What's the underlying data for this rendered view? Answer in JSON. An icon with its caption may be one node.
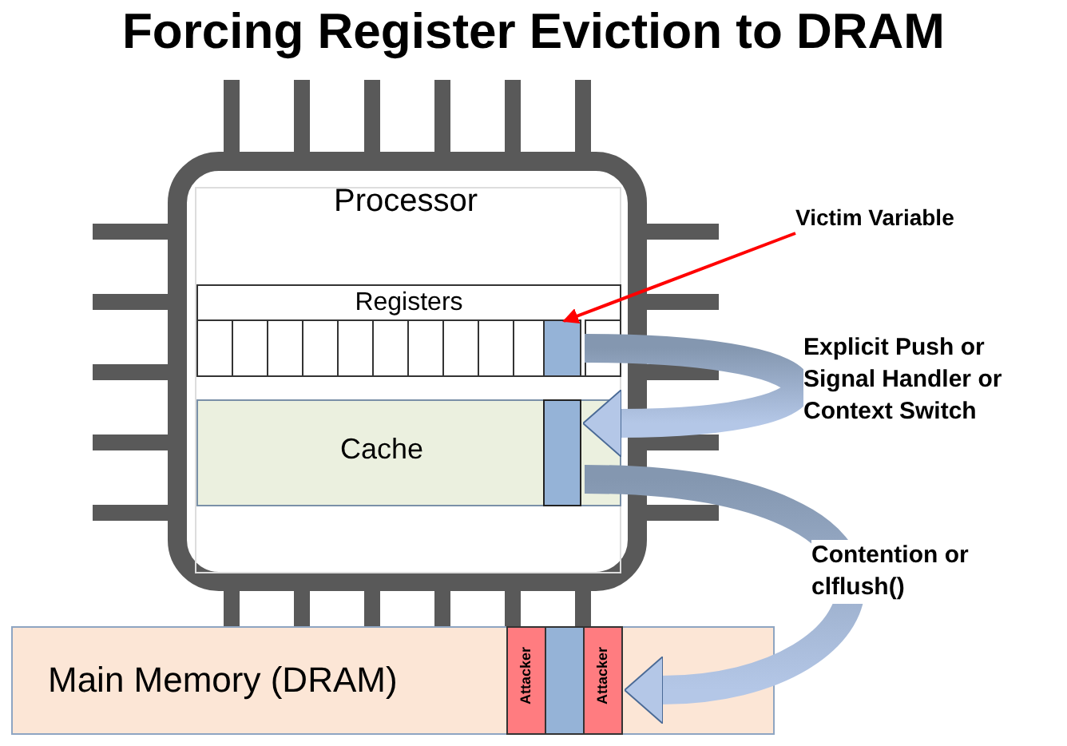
{
  "diagram": {
    "title": "Forcing Register Eviction to DRAM",
    "nodes": [
      {
        "text": [
          "Processor"
        ]
      },
      {
        "text": [
          "Registers"
        ],
        "in": 0
      },
      {
        "text": [],
        "shape": "box",
        "in": 1
      },
      {
        "text": [
          "Cache"
        ],
        "in": 0
      },
      {
        "text": [],
        "shape": "box",
        "in": 3
      },
      {
        "text": [
          "Victim Variable"
        ]
      },
      {
        "text": [
          "Main Memory (DRAM)"
        ]
      },
      {
        "text": [
          "Attacker"
        ],
        "in": 6
      },
      {
        "text": [],
        "shape": "box",
        "in": 6
      },
      {
        "text": [
          "Attacker"
        ],
        "in": 6
      }
    ],
    "edges": [
      {
        "from": 5,
        "to": 2,
        "arrow": "to",
        "color": "#ff0000"
      },
      {
        "from": 2,
        "to": 4,
        "arrow": "to",
        "style": "thick",
        "label": "Explicit Push or Signal Handler or Context Switch"
      },
      {
        "from": 4,
        "to": 8,
        "arrow": "to",
        "style": "thick",
        "label": "Contention or clflush()"
      }
    ]
  }
}
